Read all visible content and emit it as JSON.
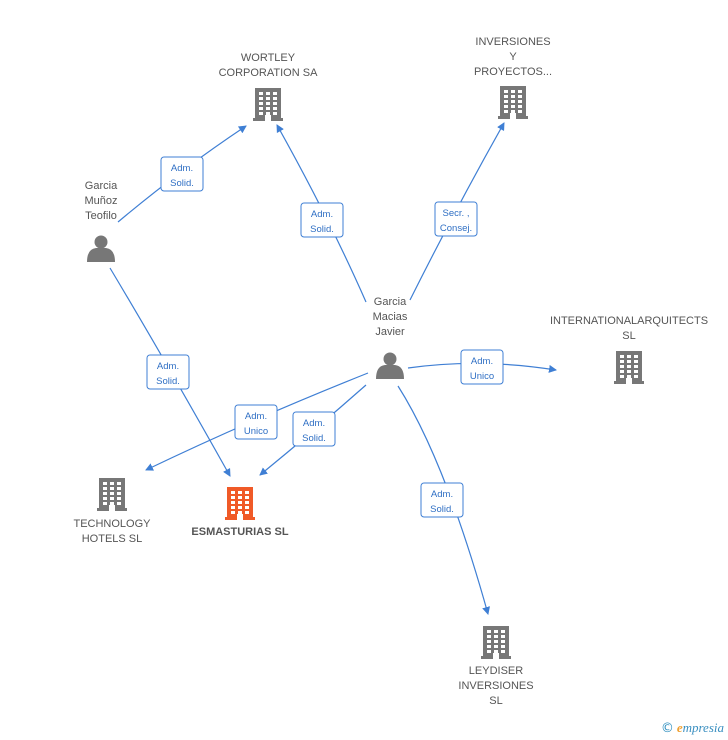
{
  "colors": {
    "edge": "#3f7fd4",
    "node": "#777777",
    "main_node": "#f05a28"
  },
  "nodes": [
    {
      "id": "wortley",
      "kind": "company",
      "lines": [
        "WORTLEY",
        "CORPORATION SA"
      ],
      "main": false
    },
    {
      "id": "inversiones",
      "kind": "company",
      "lines": [
        "INVERSIONES",
        "Y",
        "PROYECTOS..."
      ],
      "main": false
    },
    {
      "id": "teofilo",
      "kind": "person",
      "lines": [
        "Garcia",
        "Muñoz",
        "Teofilo"
      ],
      "main": false
    },
    {
      "id": "javier",
      "kind": "person",
      "lines": [
        "Garcia",
        "Macias",
        "Javier"
      ],
      "main": false
    },
    {
      "id": "international",
      "kind": "company",
      "lines": [
        "INTERNATIONALARQUITECTS",
        "SL"
      ],
      "main": false
    },
    {
      "id": "technology",
      "kind": "company",
      "lines": [
        "TECHNOLOGY",
        "HOTELS  SL"
      ],
      "main": false
    },
    {
      "id": "esmasturias",
      "kind": "company",
      "lines": [
        "ESMASTURIAS SL"
      ],
      "main": true
    },
    {
      "id": "leydiser",
      "kind": "company",
      "lines": [
        "LEYDISER",
        "INVERSIONES",
        "SL"
      ],
      "main": false
    }
  ],
  "edges": [
    {
      "id": "teofilo-wortley",
      "lines": [
        "Adm.",
        "Solid."
      ]
    },
    {
      "id": "javier-wortley",
      "lines": [
        "Adm.",
        "Solid."
      ]
    },
    {
      "id": "javier-inversiones",
      "lines": [
        "Secr. ,",
        "Consej."
      ]
    },
    {
      "id": "javier-international",
      "lines": [
        "Adm.",
        "Unico"
      ]
    },
    {
      "id": "teofilo-esmasturias",
      "lines": [
        "Adm.",
        "Solid."
      ]
    },
    {
      "id": "javier-technology",
      "lines": [
        "Adm.",
        "Unico"
      ]
    },
    {
      "id": "javier-esmasturias",
      "lines": [
        "Adm.",
        "Solid."
      ]
    },
    {
      "id": "javier-leydiser",
      "lines": [
        "Adm.",
        "Solid."
      ]
    }
  ],
  "footer": {
    "copyright_symbol": "©",
    "brand_initial": "e",
    "brand_rest": "mpresia"
  }
}
